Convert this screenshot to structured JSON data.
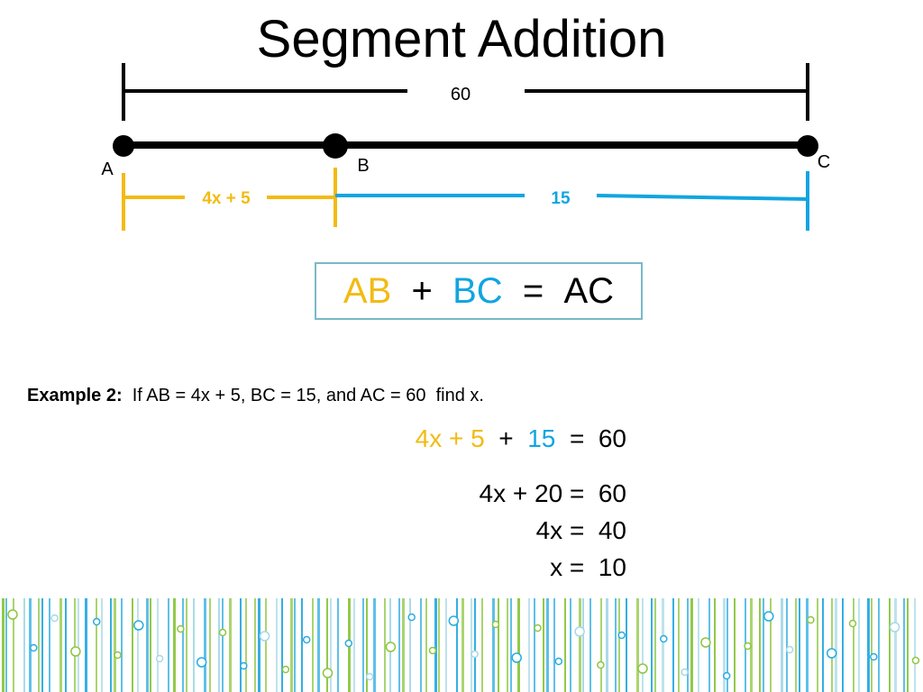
{
  "title": "Segment Addition",
  "colors": {
    "ab": "#f2bb13",
    "bc": "#11a5e0",
    "ink": "#000000",
    "box_border": "#7ab9c7",
    "stripe_green": "#8cc63f",
    "stripe_blue": "#29abe2",
    "stripe_light": "#a7d8e8"
  },
  "diagram": {
    "total_label": "60",
    "point_a": "A",
    "point_b": "B",
    "point_c": "C",
    "ab_label": "4x + 5",
    "bc_label": "15"
  },
  "equation": {
    "ab": "AB",
    "plus": "+",
    "bc": "BC",
    "equals": "=",
    "ac": "AC"
  },
  "example": {
    "label": "Example 2:",
    "text": "If AB = 4x + 5, BC = 15, and AC = 60  find x."
  },
  "steps": {
    "s1": {
      "ab": "4x + 5",
      "plus": "+",
      "bc": "15",
      "rest": "=  60"
    },
    "s2": "4x + 20 =  60",
    "s3": "4x =  40",
    "s4": "x =  10"
  },
  "decor": {
    "pattern": "green-blue-vertical-stripes-with-circles"
  }
}
